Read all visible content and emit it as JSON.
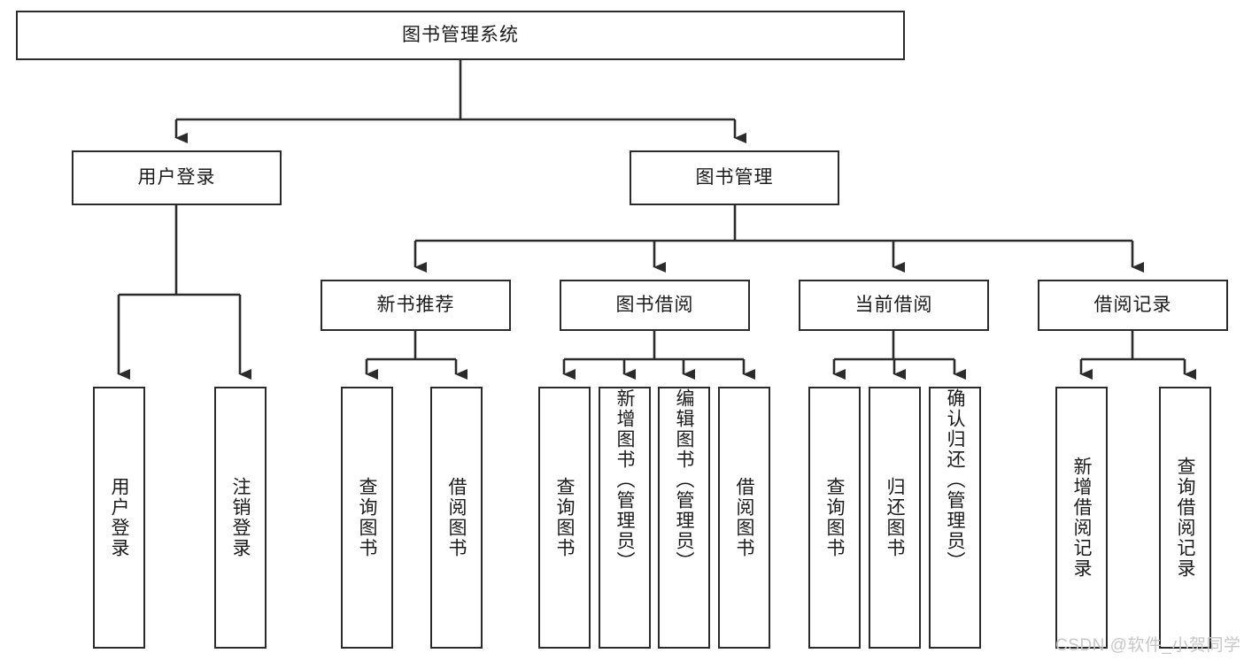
{
  "diagram": {
    "type": "hierarchy-tree",
    "title": "图书管理系统",
    "orientation": "top-down",
    "colors": {
      "box_border": "#2b2b2b",
      "box_fill": "#ffffff",
      "connector": "#2b2b2b",
      "text": "#1b1b1b",
      "watermark": "#c7c7c7"
    }
  },
  "root": {
    "label": "图书管理系统"
  },
  "level2": [
    {
      "label": "用户登录"
    },
    {
      "label": "图书管理"
    }
  ],
  "level3": [
    {
      "label": "新书推荐"
    },
    {
      "label": "图书借阅"
    },
    {
      "label": "当前借阅"
    },
    {
      "label": "借阅记录"
    }
  ],
  "leaves": {
    "user_login": [
      {
        "label": "用户登录"
      },
      {
        "label": "注销登录"
      }
    ],
    "new_book_recommend": [
      {
        "label": "查询图书"
      },
      {
        "label": "借阅图书"
      }
    ],
    "book_borrow": [
      {
        "label": "查询图书"
      },
      {
        "label": "新增图书（管理员）"
      },
      {
        "label": "编辑图书（管理员）"
      },
      {
        "label": "借阅图书"
      }
    ],
    "current_borrow": [
      {
        "label": "查询图书"
      },
      {
        "label": "归还图书"
      },
      {
        "label": "确认归还（管理员）"
      }
    ],
    "borrow_record": [
      {
        "label": "新增借阅记录"
      },
      {
        "label": "查询借阅记录"
      }
    ]
  },
  "watermark": {
    "text": "CSDN @软件_小贺同学"
  }
}
